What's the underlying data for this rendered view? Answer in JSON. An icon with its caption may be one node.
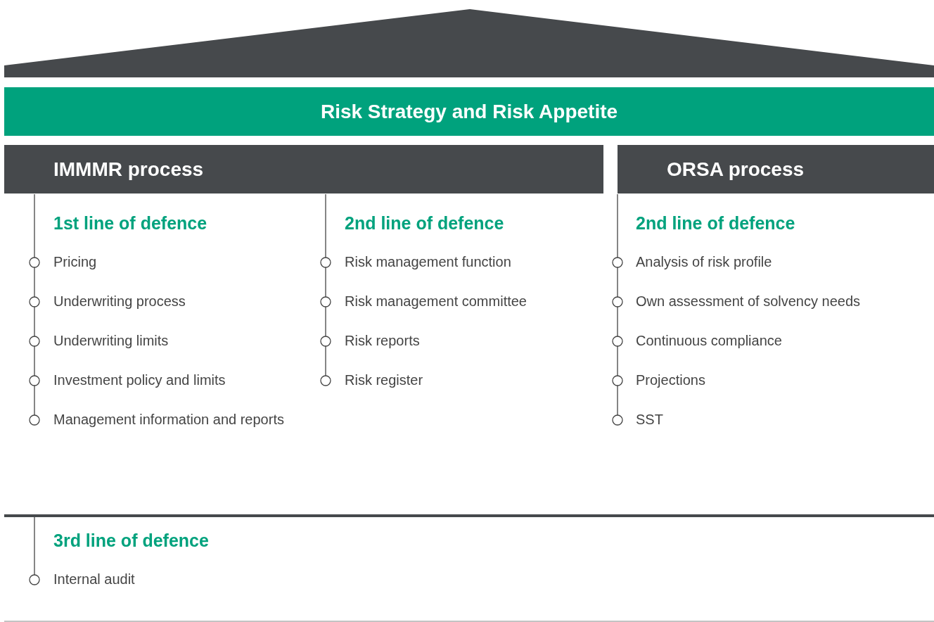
{
  "diagram": {
    "nodes": [
      {
        "text": [],
        "shape": "roof"
      },
      {
        "text": [
          "Risk Strategy and Risk Appetite"
        ]
      },
      {
        "text": [
          "IMMMR process"
        ]
      },
      {
        "text": [
          "ORSA process"
        ]
      }
    ],
    "labels": [
      "1st line of defence",
      "Pricing",
      "Underwriting process",
      "Underwriting limits",
      "Investment policy and limits",
      "Management information and reports",
      "2nd line of defence",
      "Risk management function",
      "Risk management committee",
      "Risk reports",
      "Risk register",
      "2nd line of defence",
      "Analysis of risk profile",
      "Own assessment of solvency needs",
      "Continuous compliance",
      "Projections",
      "SST",
      "3rd line of defence",
      "Internal audit"
    ]
  }
}
